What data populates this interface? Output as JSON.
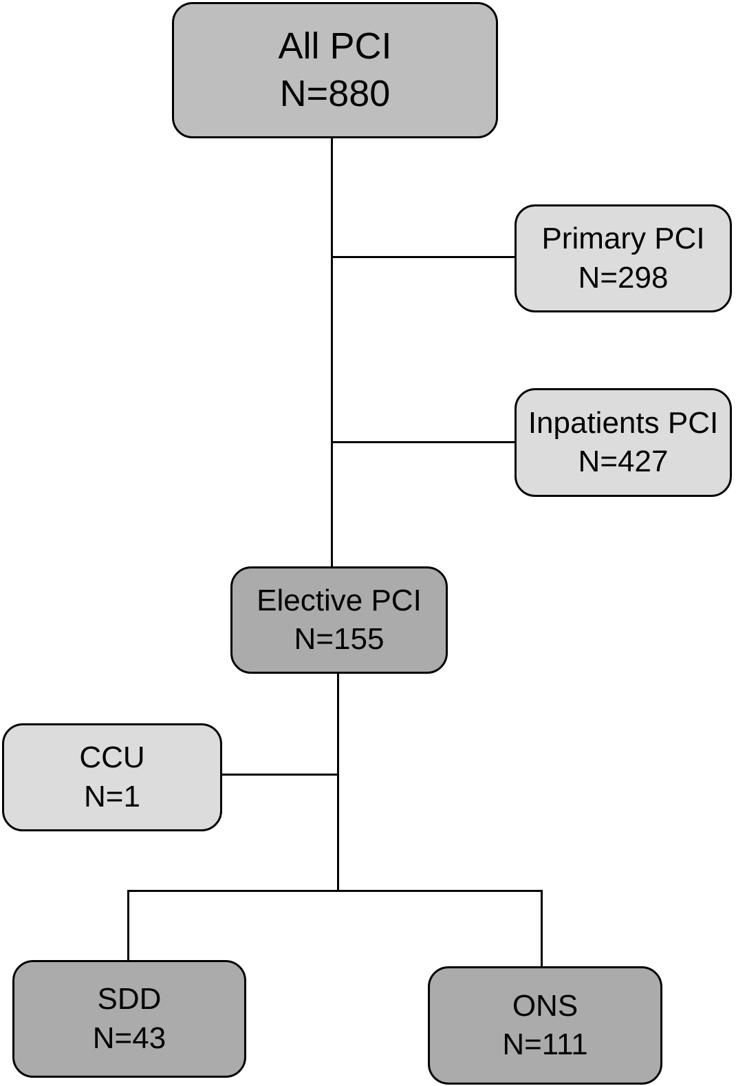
{
  "figure": {
    "type": "flowchart",
    "background": "#ffffff",
    "line_color": "#000000",
    "border_color": "#000000",
    "colors": {
      "root_gray": "#bebebe",
      "light_gray": "#dcdcdc",
      "dark_gray": "#ababab"
    },
    "nodes": {
      "all_pci": {
        "label": "All PCI",
        "count": "N=880"
      },
      "primary_pci": {
        "label": "Primary PCI",
        "count": "N=298"
      },
      "inpatients_pci": {
        "label": "Inpatients PCI",
        "count": "N=427"
      },
      "elective_pci": {
        "label": "Elective PCI",
        "count": "N=155"
      },
      "ccu": {
        "label": "CCU",
        "count": "N=1"
      },
      "sdd": {
        "label": "SDD",
        "count": "N=43"
      },
      "ons": {
        "label": "ONS",
        "count": "N=111"
      }
    },
    "edges": [
      {
        "from": "all_pci",
        "to": "primary_pci"
      },
      {
        "from": "all_pci",
        "to": "inpatients_pci"
      },
      {
        "from": "all_pci",
        "to": "elective_pci"
      },
      {
        "from": "elective_pci",
        "to": "ccu"
      },
      {
        "from": "elective_pci",
        "to": "sdd"
      },
      {
        "from": "elective_pci",
        "to": "ons"
      }
    ]
  }
}
